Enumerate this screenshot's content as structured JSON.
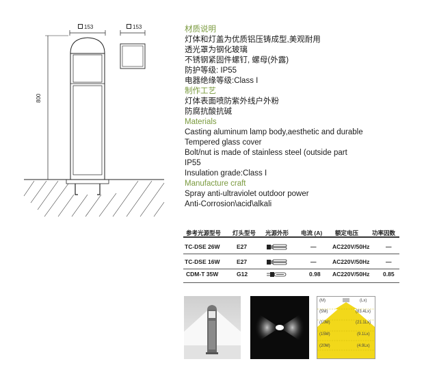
{
  "dimensions": {
    "width_label": "153",
    "depth_label": "153",
    "height_label": "800"
  },
  "specs": {
    "cn_materials_heading": "材质说明",
    "cn_materials_lines": [
      "灯体和灯盖为优质铝压铸成型,美观耐用",
      "透光罩为钢化玻璃",
      "不锈钢紧固件螺钉, 螺母(外露)",
      "防护等级: IP55",
      "电器绝缘等级:Class I"
    ],
    "cn_craft_heading": "制作工艺",
    "cn_craft_lines": [
      "灯体表面喷防紫外线户外粉",
      "防腐抗酸抗碱"
    ],
    "en_materials_heading": "Materials",
    "en_materials_lines": [
      "Casting aluminum lamp body,aesthetic and durable",
      "Tempered glass cover",
      "Bolt/nut is made of stainless steel (outside part",
      "IP55",
      "Insulation grade:Class I"
    ],
    "en_craft_heading": "Manufacture craft",
    "en_craft_lines": [
      "Spray anti-ultraviolet outdoor power",
      "Anti-Corrosion\\acid\\alkali"
    ]
  },
  "table": {
    "headers": [
      "参考光源型号",
      "灯头型号",
      "光源外形",
      "电流 (A)",
      "额定电压",
      "功率因数"
    ],
    "rows": [
      {
        "model": "TC-DSE 26W",
        "base": "E27",
        "shape_icon": "cfl-tube-icon",
        "current": "—",
        "voltage": "AC220V/50Hz",
        "pf": "—"
      },
      {
        "model": "TC-DSE 16W",
        "base": "E27",
        "shape_icon": "cfl-tube-icon",
        "current": "—",
        "voltage": "AC220V/50Hz",
        "pf": "—"
      },
      {
        "model": "CDM-T 35W",
        "base": "G12",
        "shape_icon": "cdm-lamp-icon",
        "current": "0.98",
        "voltage": "AC220V/50Hz",
        "pf": "0.85"
      }
    ]
  },
  "illuminance": {
    "rows": [
      {
        "dist": "(M)",
        "lux": "(Lx)"
      },
      {
        "dist": "(5M)",
        "lux": "(83.4Lx)"
      },
      {
        "dist": "(10M)",
        "lux": "(21.1Lx)"
      },
      {
        "dist": "(15M)",
        "lux": "(9.1Lx)"
      },
      {
        "dist": "(20M)",
        "lux": "(4.9Lx)"
      }
    ]
  },
  "colors": {
    "heading_green": "#7a9a3e",
    "beam_yellow": "#f2d81a"
  }
}
